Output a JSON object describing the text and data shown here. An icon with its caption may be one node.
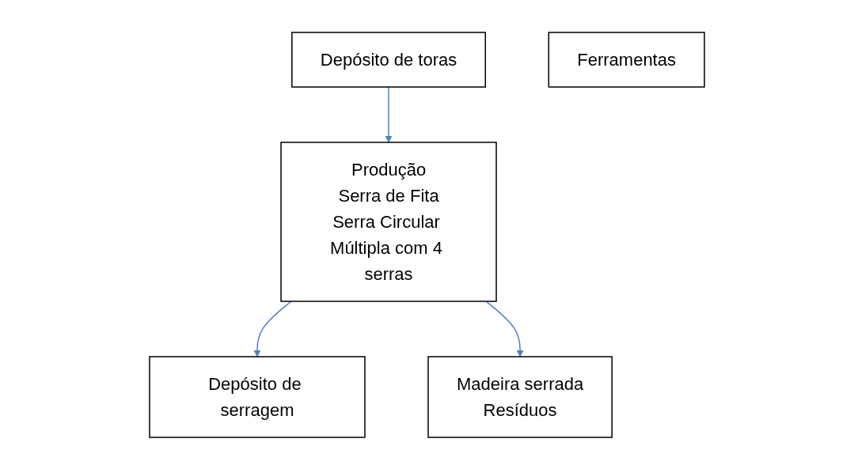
{
  "diagram": {
    "nodes": [
      {
        "text": [
          "Depósito de toras"
        ]
      },
      {
        "text": [
          "Ferramentas"
        ]
      },
      {
        "text": [
          "Produção",
          "Serra de Fita",
          "Serra Circular Múltipla com 4 serras"
        ]
      },
      {
        "text": [
          "Depósito de serragem"
        ]
      },
      {
        "text": [
          "Madeira serrada",
          "Resíduos"
        ]
      }
    ],
    "edges": [
      {
        "from": 0,
        "to": 2,
        "arrow": "to"
      },
      {
        "from": 2,
        "to": 3,
        "arrow": "to"
      },
      {
        "from": 2,
        "to": 4,
        "arrow": "to"
      }
    ]
  }
}
